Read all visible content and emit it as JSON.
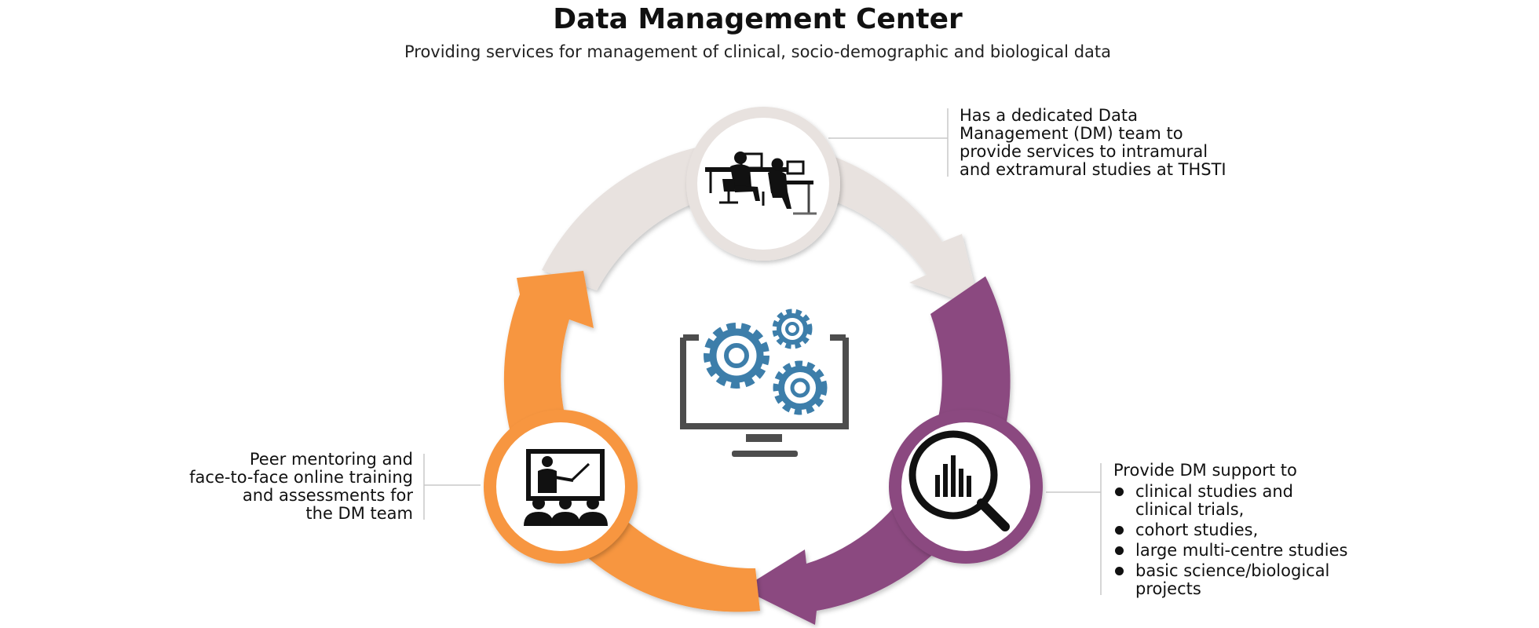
{
  "header": {
    "title": "Data Management Center",
    "subtitle": "Providing services for management of clinical, socio-demographic and biological data"
  },
  "notes": {
    "team": {
      "lines": [
        "Has a dedicated Data",
        "Management (DM) team to",
        "provide services to intramural",
        "and extramural studies at THSTI"
      ]
    },
    "training": {
      "lines": [
        "Peer mentoring and",
        "face-to-face online training",
        "and assessments for",
        "the DM team"
      ]
    },
    "support": {
      "heading": "Provide DM support to",
      "items": [
        [
          "clinical studies and",
          "clinical trials,"
        ],
        [
          "cohort studies,"
        ],
        [
          "large multi-centre studies"
        ],
        [
          "basic science/biological",
          "projects"
        ]
      ]
    }
  },
  "colors": {
    "arrow_top": "#e8e2df",
    "arrow_right": "#8b4a80",
    "arrow_left": "#f7963f",
    "gear_blue": "#3d7eaa",
    "monitor_gray": "#4d4d4d"
  },
  "icons": {
    "center": "monitor-gears-icon",
    "top": "team-at-computers-icon",
    "right": "magnifier-chart-icon",
    "left": "presentation-audience-icon"
  }
}
